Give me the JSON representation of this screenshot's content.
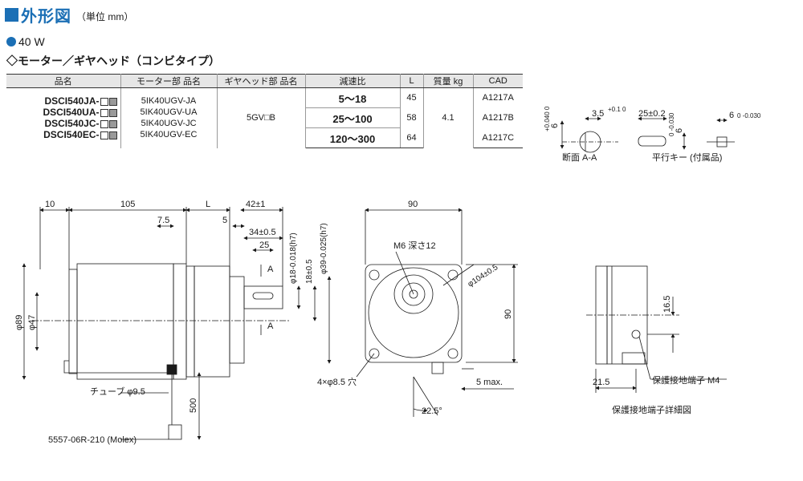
{
  "header": {
    "title": "外形図",
    "unit": "（単位 mm）"
  },
  "power": "40 W",
  "subtitle": "◇モーター／ギヤヘッド（コンビタイプ）",
  "table": {
    "headers": [
      "品名",
      "モーター部 品名",
      "ギヤヘッド部 品名",
      "減速比",
      "L",
      "質量 kg",
      "CAD"
    ],
    "products": [
      "DSCI540JA-",
      "DSCI540UA-",
      "DSCI540JC-",
      "DSCI540EC-"
    ],
    "motors": [
      "5IK40UGV-JA",
      "5IK40UGV-UA",
      "5IK40UGV-JC",
      "5IK40UGV-EC"
    ],
    "gearhead": "5GV□B",
    "ratios": [
      "5～18",
      "25～100",
      "120～300"
    ],
    "L": [
      "45",
      "58",
      "64"
    ],
    "mass": "4.1",
    "cad": [
      "A1217A",
      "A1217B",
      "A1217C"
    ]
  },
  "labels": {
    "sec_aa": "断面 A-A",
    "key": "平行キー (付属品)",
    "detail": "保護接地端子詳細図",
    "ground": "保護接地端子 M4",
    "tube": "チューブ φ9.5",
    "connector": "5557-06R-210 (Molex)",
    "m6": "M6 深さ12",
    "holes": "4×φ8.5 穴",
    "max5": "5 max.",
    "angle": "22.5°",
    "A": "A"
  },
  "dims": {
    "d10": "10",
    "d105": "105",
    "dL": "L",
    "d42": "42±1",
    "d7_5": "7.5",
    "d5": "5",
    "d34": "34±0.5",
    "d25": "25",
    "d18h7": "φ18-0.018(h7)",
    "d18": "18±0.5",
    "d39": "φ39-0.025(h7)",
    "d89": "φ89",
    "d47": "φ47",
    "d500": "500",
    "d90a": "90",
    "d90b": "90",
    "d104": "φ104±0.5",
    "d16_5": "16.5",
    "d21_5": "21.5",
    "k6": "6",
    "k6tol": "+0.040 0",
    "k3_5": "3.5",
    "k3_5tol": "+0.1 0",
    "k25": "25±0.2",
    "k6b": "6",
    "k6btol": "0 -0.030",
    "k6c": "6",
    "k6ctol": "0 -0.030"
  }
}
